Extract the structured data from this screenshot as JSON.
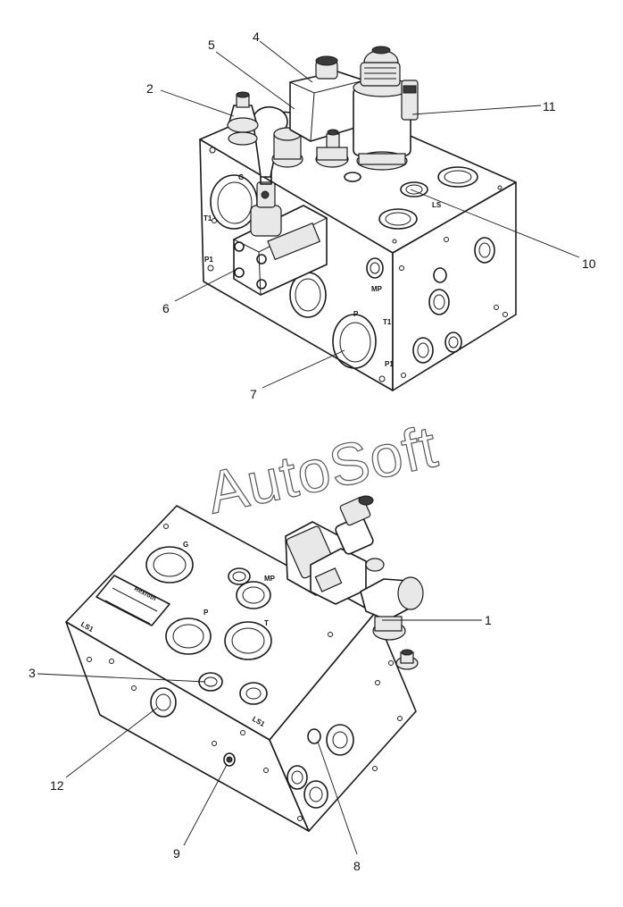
{
  "watermark": "AutoSoft",
  "callouts": {
    "c1": "1",
    "c2": "2",
    "c3": "3",
    "c4": "4",
    "c5": "5",
    "c6": "6",
    "c7": "7",
    "c8": "8",
    "c9": "9",
    "c10": "10",
    "c11": "11",
    "c12": "12"
  },
  "ports_top": {
    "t1_left": "T1",
    "p1_left": "P1",
    "t1_right": "T1",
    "p1_right": "P1",
    "ls": "LS",
    "p": "P",
    "g": "G",
    "mp": "MP"
  },
  "ports_bottom": {
    "ls1_left": "LS1",
    "ls1_bottom": "LS1",
    "p": "P",
    "t": "T",
    "mp": "MP",
    "g": "G"
  },
  "nameplate": {
    "brand": "Rexroth"
  }
}
